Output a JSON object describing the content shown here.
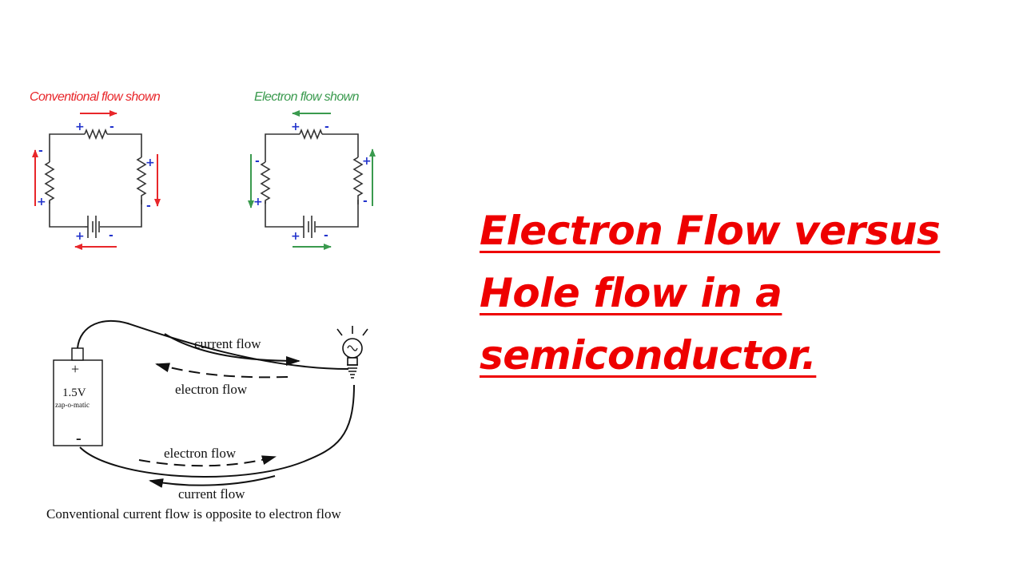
{
  "colors": {
    "conventional": "#e8262a",
    "electron": "#3a9a4e",
    "sign": "#2233cc",
    "title": "#ee0000",
    "wire": "#222222"
  },
  "circuit_conventional": {
    "label": "Conventional flow shown"
  },
  "circuit_electron": {
    "label": "Electron flow shown"
  },
  "signs": {
    "plus": "+",
    "minus": "-"
  },
  "battery_diagram": {
    "battery_voltage": "1.5V",
    "battery_brand": "zap-o-matic",
    "battery_plus": "+",
    "battery_minus": "-",
    "top_current_label": "current flow",
    "top_electron_label": "electron flow",
    "bottom_electron_label": "electron flow",
    "bottom_current_label": "current flow",
    "caption": "Conventional current flow is opposite to electron flow"
  },
  "title": {
    "line1": "Electron Flow versus",
    "line2": "Hole flow in a",
    "line3": "semiconductor."
  }
}
